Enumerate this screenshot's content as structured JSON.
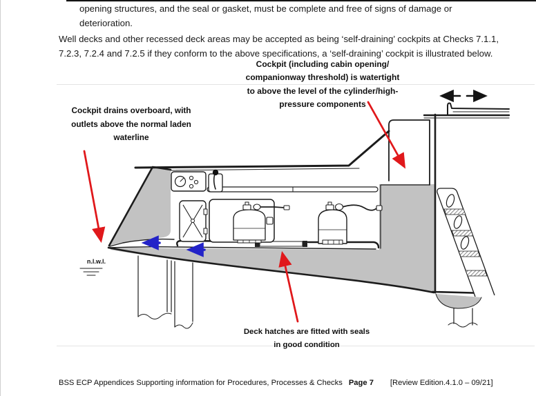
{
  "document": {
    "para1_lines": [
      "opening structures, and the seal or gasket, must be complete and free of signs of damage or",
      "deterioration."
    ],
    "para2_lines": [
      "Well decks and other recessed deck areas may be accepted as being ‘self-draining’ cockpits at Checks 7.1.1,",
      "7.2.3, 7.2.4 and 7.2.5 if they conform to the above specifications, a ‘self-draining’ cockpit is illustrated below."
    ]
  },
  "figure": {
    "watertight_label_lines": [
      "Cockpit (including cabin opening/",
      "companionway threshold) is watertight",
      "to above the level of the cylinder/high-",
      "pressure components"
    ],
    "drains_label_lines": [
      "Cockpit drains overboard, with",
      "outlets above the normal laden",
      "waterline"
    ],
    "hatches_label_lines": [
      "Deck hatches are fitted with seals",
      "in good condition"
    ],
    "waterline_abbr": "n.l.w.l."
  },
  "footer": {
    "doc_title": "BSS ECP Appendices Supporting information for Procedures, Processes & Checks",
    "page_label": "Page 7",
    "edition_label": "[Review Edition.4.1.0 – 09/21]"
  },
  "colors": {
    "annotation_red": "#e0181b",
    "flow_arrow_blue": "#2323c8",
    "hull_gray": "#c2c2c2",
    "line_black": "#1c1c1c"
  }
}
